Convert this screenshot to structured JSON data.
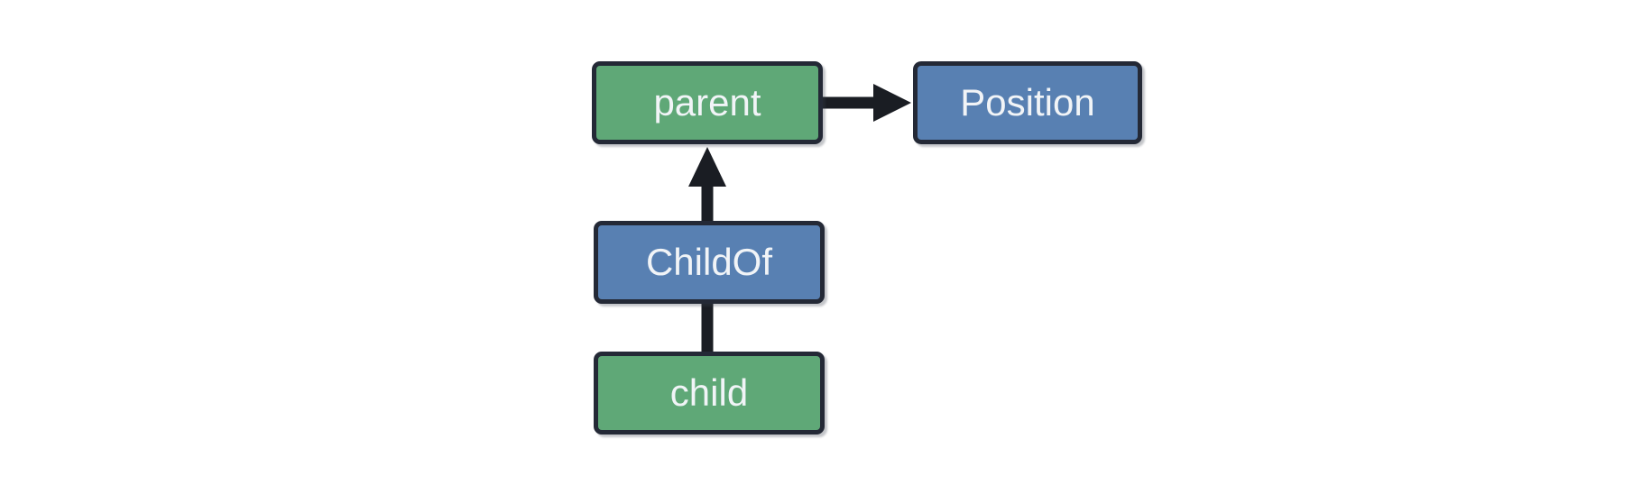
{
  "diagram": {
    "background": "#ffffff",
    "nodes": {
      "parent": {
        "label": "parent",
        "kind": "entity",
        "fill": "#5fa877"
      },
      "position": {
        "label": "Position",
        "kind": "component",
        "fill": "#5880b2"
      },
      "childof": {
        "label": "ChildOf",
        "kind": "relationship",
        "fill": "#5880b2"
      },
      "child": {
        "label": "child",
        "kind": "entity",
        "fill": "#5fa877"
      }
    },
    "edges": [
      {
        "from": "parent",
        "to": "Position",
        "style": "arrow",
        "direction": "right"
      },
      {
        "from": "ChildOf",
        "to": "parent",
        "style": "arrow",
        "direction": "up"
      },
      {
        "from": "child",
        "to": "ChildOf",
        "style": "line",
        "direction": "up"
      }
    ],
    "colors": {
      "green_fill": "#5fa877",
      "blue_fill": "#5880b2",
      "border": "#242936",
      "arrow": "#1a1d23",
      "text": "#f1f4f7",
      "background": "#ffffff"
    }
  }
}
